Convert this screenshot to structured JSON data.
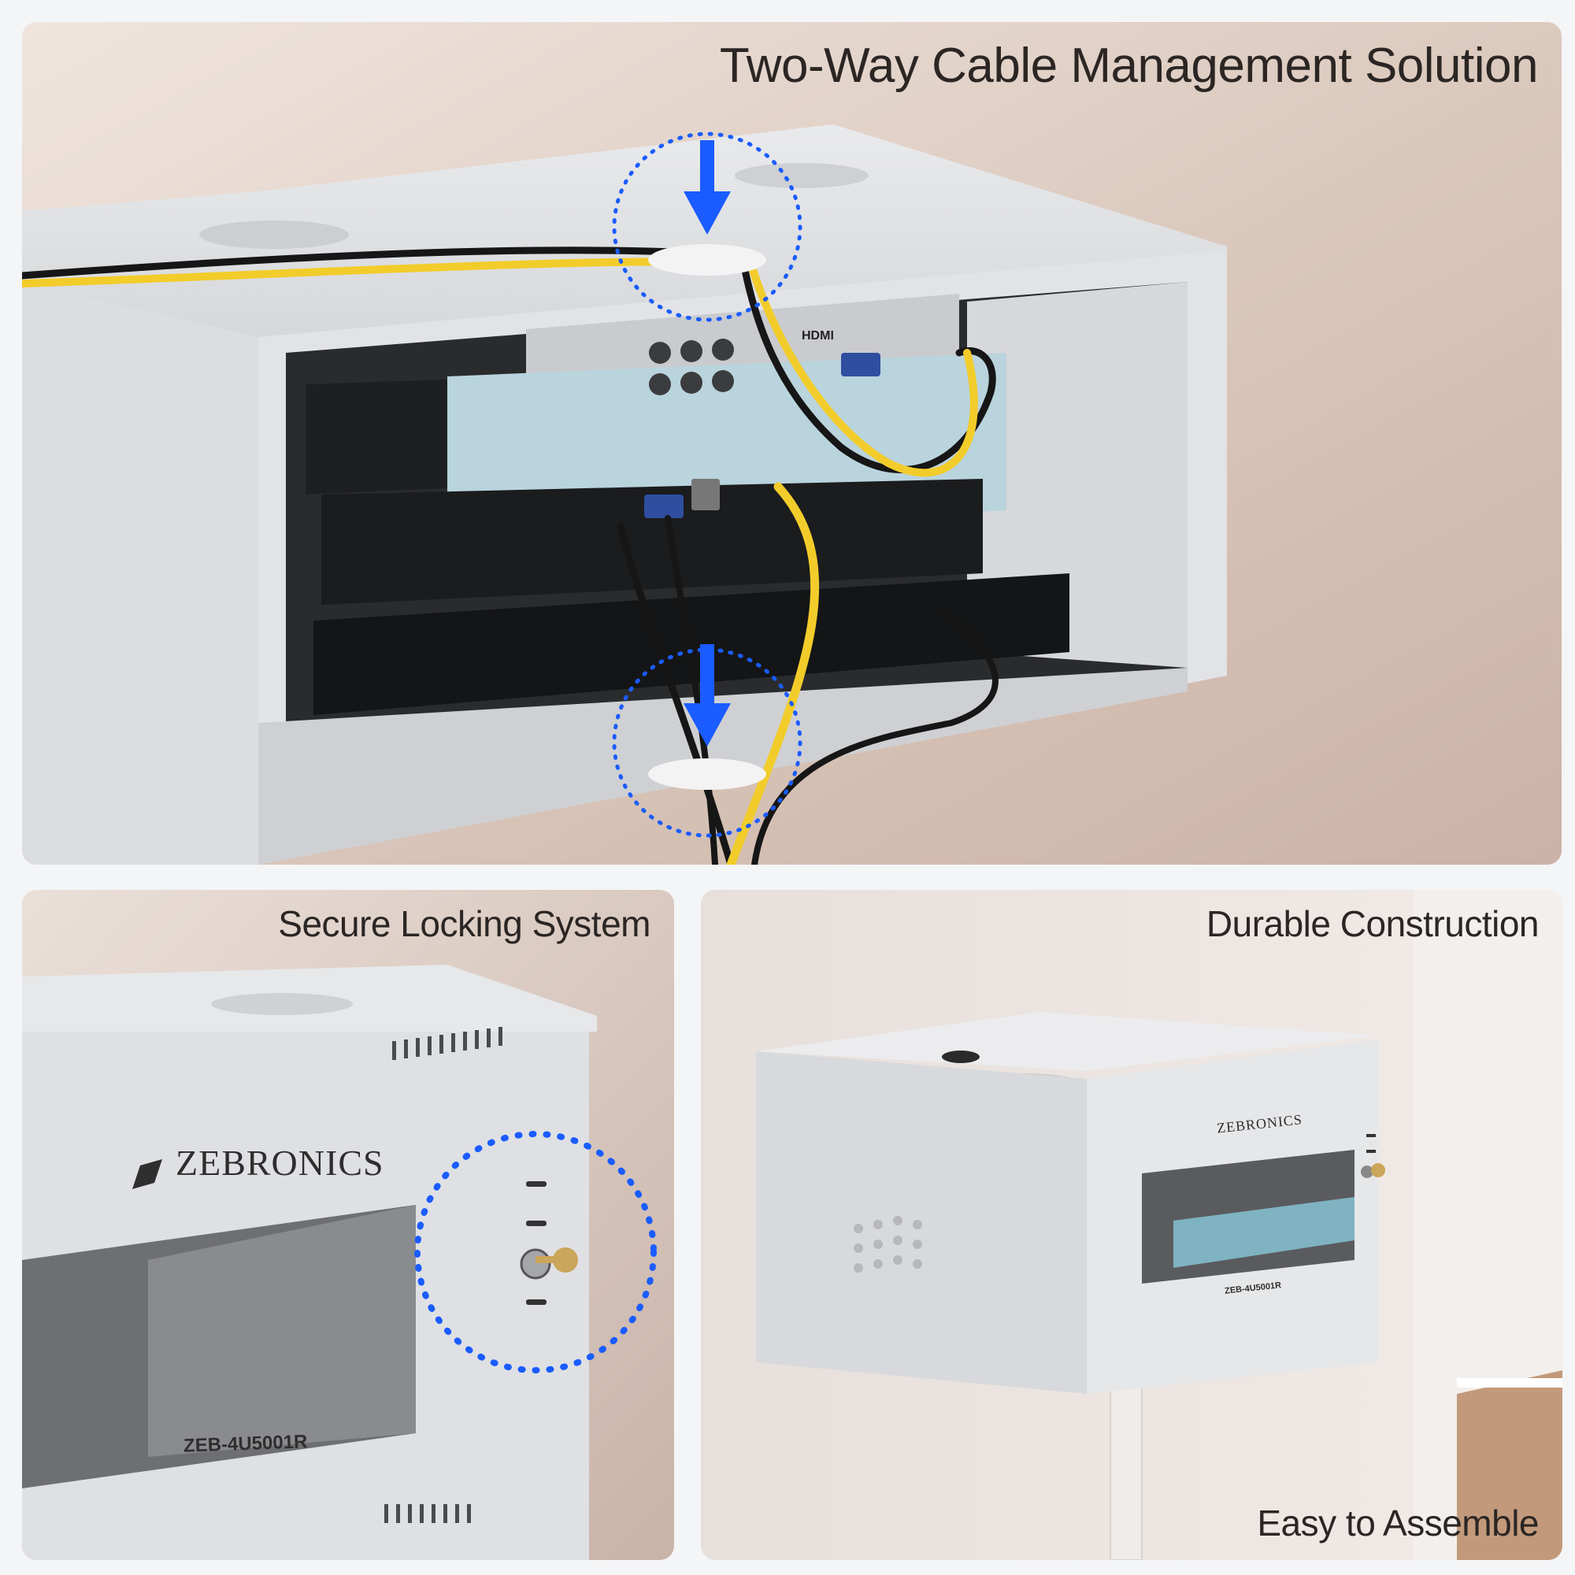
{
  "captions": {
    "top": "Two-Way Cable Management Solution",
    "left": "Secure Locking System",
    "right_top": "Durable Construction",
    "right_bottom": "Easy to Assemble"
  },
  "product": {
    "brand": "ZEBRONICS",
    "model_prefix": "ZEB-",
    "model_number": "4U5001R"
  },
  "device_labels": {
    "hdmi": "HDMI"
  },
  "colors": {
    "accent_blue": "#1a5cff",
    "cable_yellow": "#f2cc2a",
    "cable_black": "#161616",
    "enclosure": "#e6e7e9",
    "wall_warm": "#d9c7bd"
  },
  "icons": [
    "down-arrow-icon",
    "dotted-ring-icon",
    "key-icon",
    "zebronics-logo-icon"
  ]
}
